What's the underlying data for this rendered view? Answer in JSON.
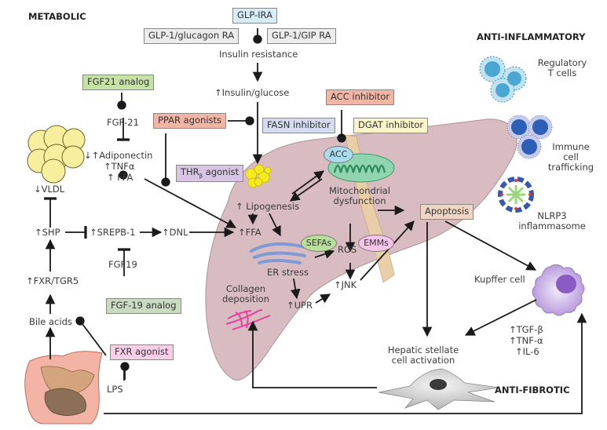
{
  "headers": {
    "metabolic": "METABOLIC",
    "anti_inflammatory": "ANTI-INFLAMMATORY",
    "anti_fibrotic": "ANTI-FIBROTIC"
  },
  "drug_boxes": {
    "glp1ra": {
      "label": "GLP-IRA",
      "color": "#d6ecf6"
    },
    "glp1_glucagon": {
      "label": "GLP-1/glucagon RA",
      "color": "#ececec"
    },
    "glp1_gip": {
      "label": "GLP-1/GIP RA",
      "color": "#ececec"
    },
    "fgf21_analog": {
      "label": "FGF21 analog",
      "color": "#c6e3a5"
    },
    "ppar": {
      "label": "PPAR agonists",
      "color": "#f2b5a5"
    },
    "acc_inhibitor": {
      "label": "ACC inhibitor",
      "color": "#f2b5a5"
    },
    "fasn_inhibitor": {
      "label": "FASN inhibitor",
      "color": "#d5dbf0"
    },
    "dgat_inhibitor": {
      "label": "DGAT inhibitor",
      "color": "#fbf5c8"
    },
    "thr_agonist": {
      "label": "THR",
      "sub": "β",
      "suffix": " agonist",
      "color": "#d9c4e6"
    },
    "fgf19_analog": {
      "label": "FGF-19 analog",
      "color": "#c9dcc0"
    },
    "fxr_agonist": {
      "label": "FXR agonist",
      "color": "#f9cfe8"
    },
    "apoptosis": {
      "label": "Apoptosis",
      "color": "#f0d5c2"
    }
  },
  "ovals": {
    "acc": {
      "label": "ACC",
      "color": "#a9dcec"
    },
    "sefas": {
      "label": "SEFAs",
      "color": "#b8e09a"
    },
    "emms": {
      "label": "EMMs",
      "color": "#f7c4ea"
    }
  },
  "nodes": {
    "insulin_resistance": "Insulin resistance",
    "insulin_glucose": "↑Insulin/glucose",
    "fgf21": "FGF-21",
    "adiponectin": "↓↑Adiponectin",
    "tnfa": "↑TNFα",
    "ffa_left": "↑ FFA",
    "vldl": "↓VLDL",
    "shp": "↑SHP",
    "srepb1": "↑SREPB-1",
    "dnl": "↑DNL",
    "fgf19": "FGF19",
    "fxr_tgr5": "↑FXR/TGR5",
    "bile_acids": "Bile acids",
    "lps": "LPS",
    "lipogenesis": "↑ Lipogenesis",
    "ffa": "↑FFA",
    "mito_dysfunction_1": "Mitochondrial",
    "mito_dysfunction_2": "dysfunction",
    "ros": "ROS",
    "er_stress": "ER stress",
    "jnk": "↑JNK",
    "upr": "↑UPR",
    "collagen_1": "Collagen",
    "collagen_2": "deposition",
    "hsc_1": "Hepatic stellate",
    "hsc_2": "cell activation",
    "kupffer": "Kupffer cell",
    "tgfb": "↑TGF-β",
    "tnf_a": "↑TNF-α",
    "il6": "↑IL-6",
    "treg_1": "Regulatory",
    "treg_2": "T cells",
    "immune_1": "Immune",
    "immune_2": "cell",
    "immune_3": "trafficking",
    "nlrp3_1": "NLRP3",
    "nlrp3_2": "inflammasome"
  },
  "colors": {
    "liver": "#d9bcc2",
    "liver_edge": "#b89aa1",
    "vessel": "#e8cfa8",
    "arrow": "#1a1a1a",
    "fat_cells": "#f7ef9e",
    "lipid_droplets": "#f5ea1e",
    "er": "#7f9bd6",
    "mitochondria": "#6fc29a",
    "collagen": "#ec3ea0",
    "kupffer": "#b99bdb",
    "stellate": "#c9c9c9"
  }
}
